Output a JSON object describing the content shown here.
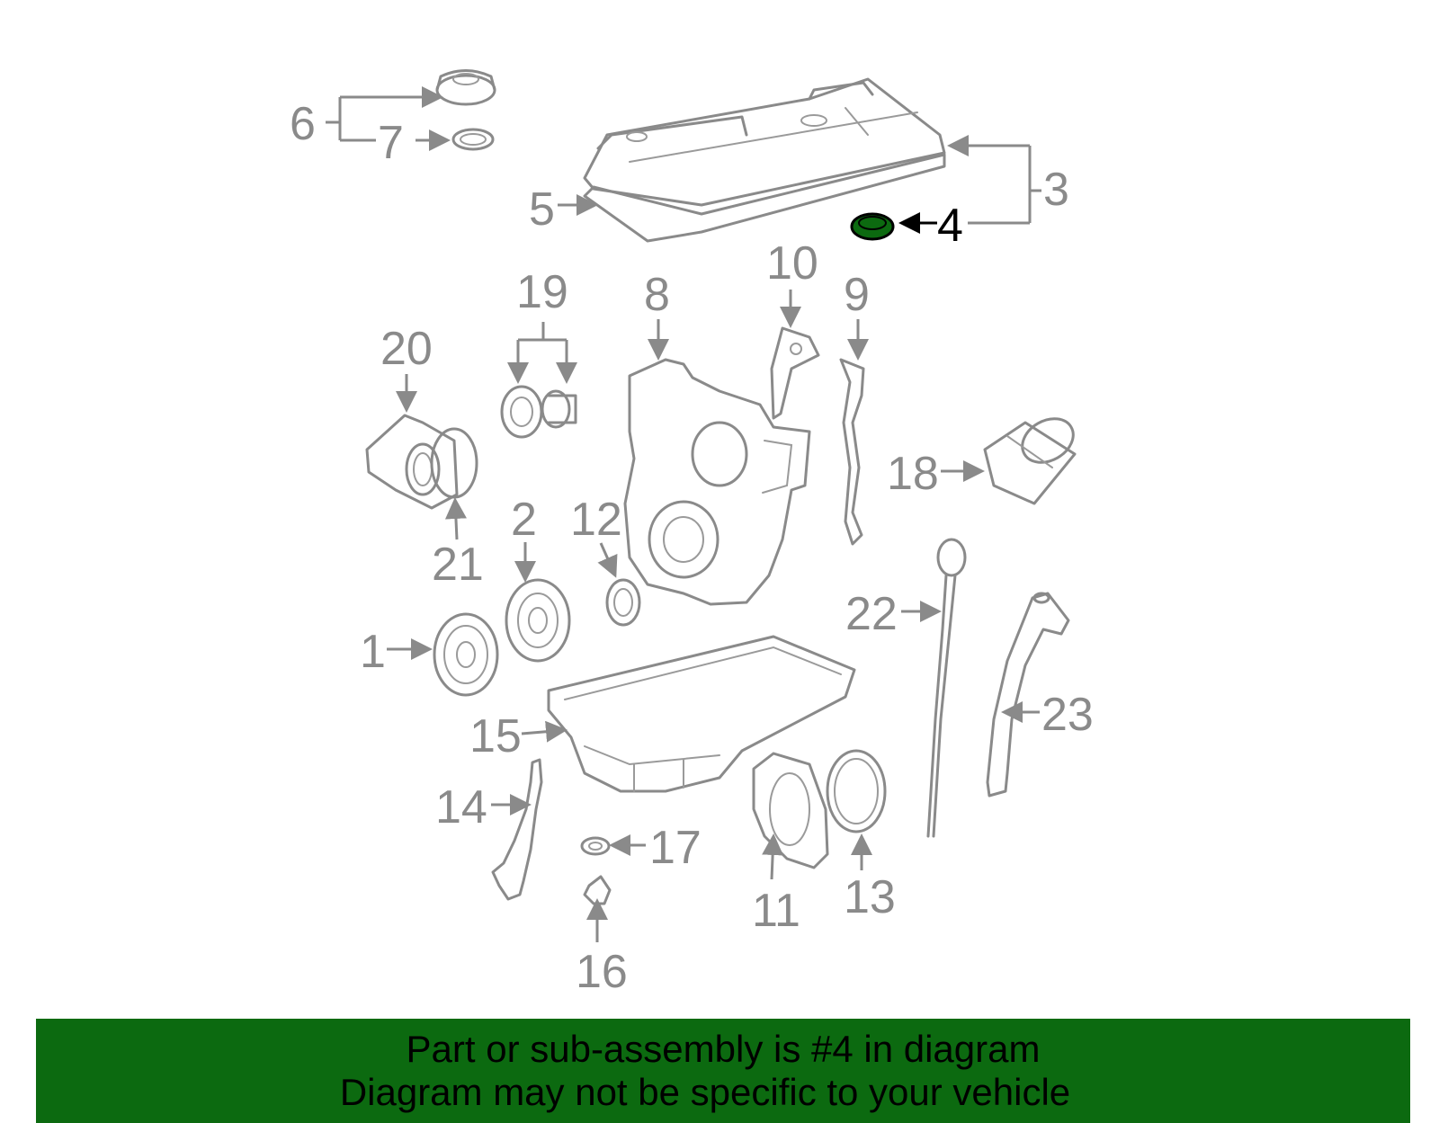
{
  "diagram": {
    "highlight_color": "#0c6a10",
    "part_color": "#8a8a8a",
    "highlighted_part": "4",
    "callouts": {
      "c1": "1",
      "c2": "2",
      "c3": "3",
      "c4": "4",
      "c5": "5",
      "c6": "6",
      "c7": "7",
      "c8": "8",
      "c9": "9",
      "c10": "10",
      "c11": "11",
      "c12": "12",
      "c13": "13",
      "c14": "14",
      "c15": "15",
      "c16": "16",
      "c17": "17",
      "c18": "18",
      "c19": "19",
      "c20": "20",
      "c21": "21",
      "c22": "22",
      "c23": "23"
    }
  },
  "banner": {
    "line1": "Part or sub-assembly is #4 in diagram",
    "line2": "Diagram may not be specific to your vehicle",
    "background": "#0c6a10"
  }
}
